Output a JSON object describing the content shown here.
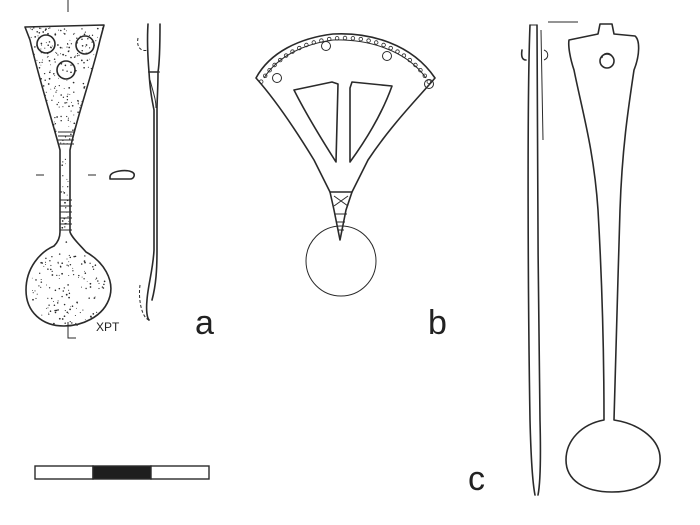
{
  "figure": {
    "panel_labels": {
      "a": "a",
      "b": "b",
      "c": "c"
    },
    "inscription": "XPT"
  },
  "scale_bar": {
    "segments": [
      "white",
      "black",
      "white"
    ]
  },
  "colors": {
    "ink": "#2a2a2a",
    "background": "#ffffff"
  }
}
